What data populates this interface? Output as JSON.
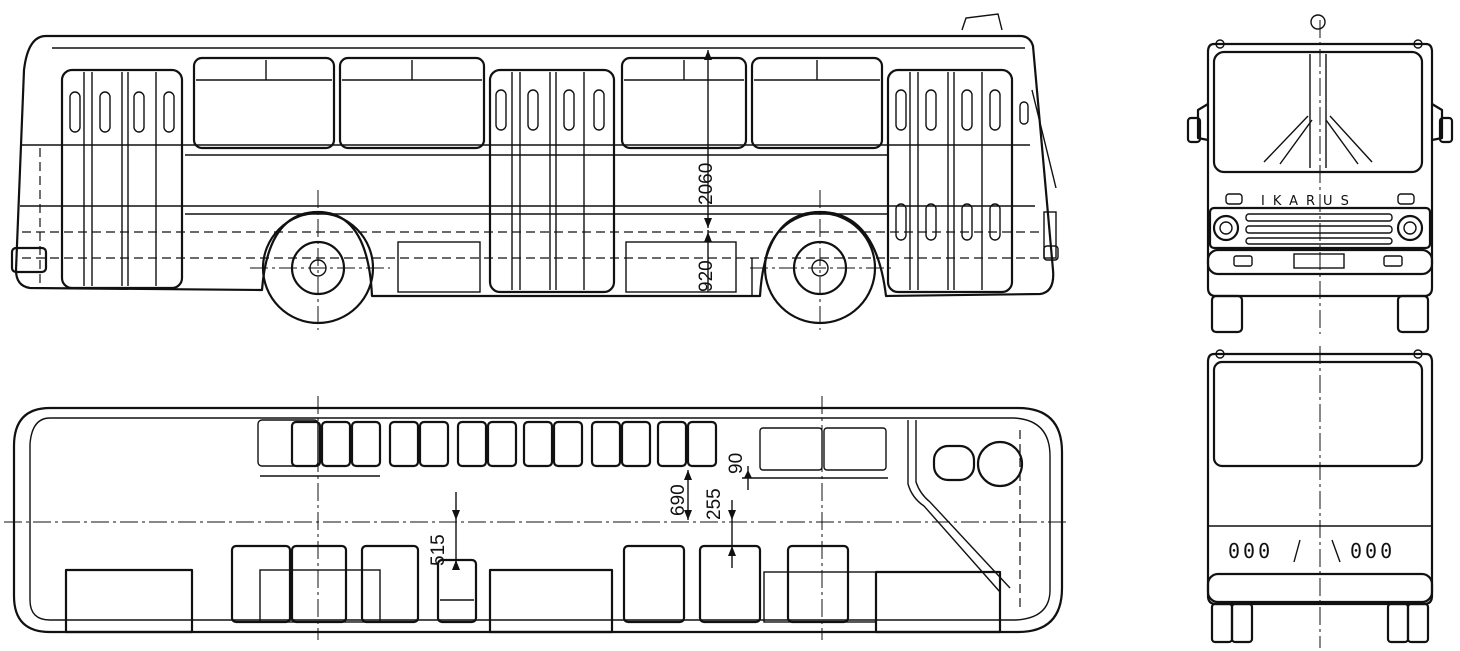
{
  "drawing": {
    "brand_text": "IKARUS",
    "rear_lamps_left": "000",
    "rear_lamps_right": "000",
    "dimensions": {
      "roof_to_floor": "2060",
      "floor_height": "920",
      "seat_pitch_gap": "90",
      "aisle_offset": "690",
      "seat_depth": "255",
      "step_width": "515"
    }
  },
  "colors": {
    "ink": "#111111",
    "paper": "#ffffff"
  }
}
